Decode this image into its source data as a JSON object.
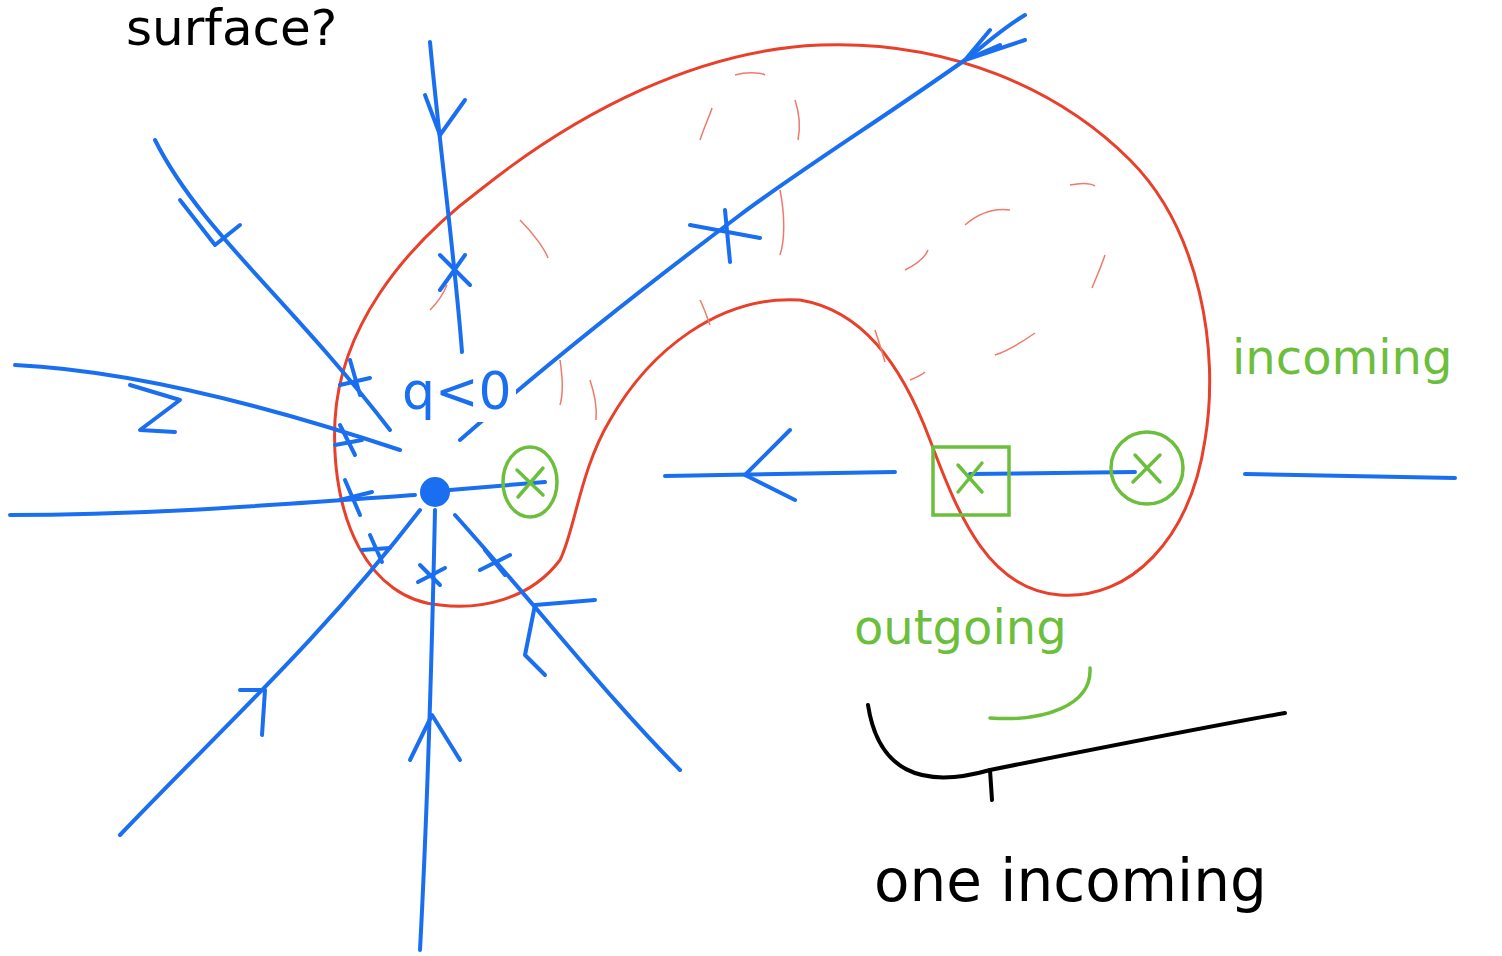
{
  "diagram": {
    "labels": [
      "surface?",
      "q<0",
      "incoming",
      "outgoing",
      "one incoming"
    ]
  }
}
